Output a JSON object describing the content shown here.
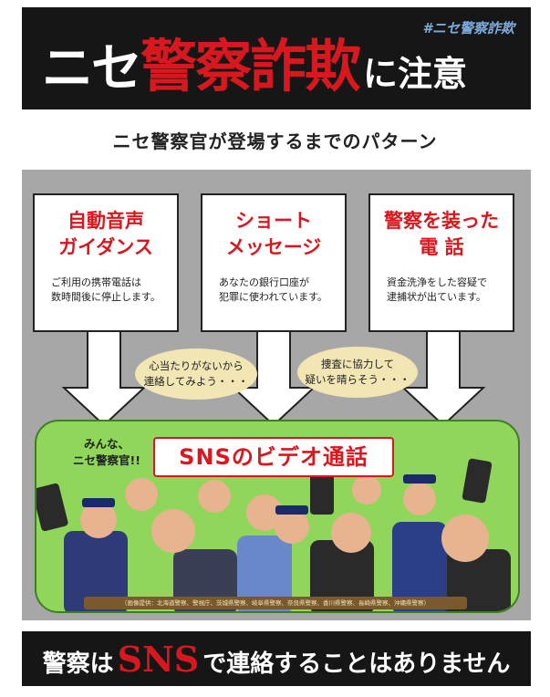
{
  "header": {
    "title_prefix": "ニセ",
    "title_main": "警察詐欺",
    "title_suffix": "に注意",
    "hashtag": "#ニセ警察詐欺"
  },
  "subtitle": "ニセ警察官が登場するまでのパターン",
  "patterns": [
    {
      "title": "自動音声\nガイダンス",
      "text": "ご利用の携帯電話は\n数時間後に停止します。"
    },
    {
      "title": "ショート\nメッセージ",
      "text": "あなたの銀行口座が\n犯罪に使われています。"
    },
    {
      "title": "警察を装った\n電 話",
      "text": "資金洗浄をした容疑で\n逮捕状が出ています。"
    }
  ],
  "bubbles": [
    "心当たりがないから\n連絡してみよう・・・",
    "捜査に協力して\n疑いを晴らそう・・・"
  ],
  "scene": {
    "cheer": "みんな、\nニセ警察官!!",
    "video_call_label": "SNSのビデオ通話",
    "sources": "（画像提供：北海道警察、警視庁、茨城県警察、岐阜県警察、奈良県警察、香川県警察、長崎県警察、沖縄県警察）"
  },
  "footer": {
    "text_a": "警察は",
    "text_b": "SNS",
    "text_c": "で連絡することはありません"
  },
  "colors": {
    "accent_red": "#d8181e",
    "dark_band": "#161616",
    "panel_gray": "#a7a7a7",
    "scene_green": "#8fd65a",
    "bubble": "#f2e7b4",
    "hashtag_blue": "#7eaadb"
  }
}
